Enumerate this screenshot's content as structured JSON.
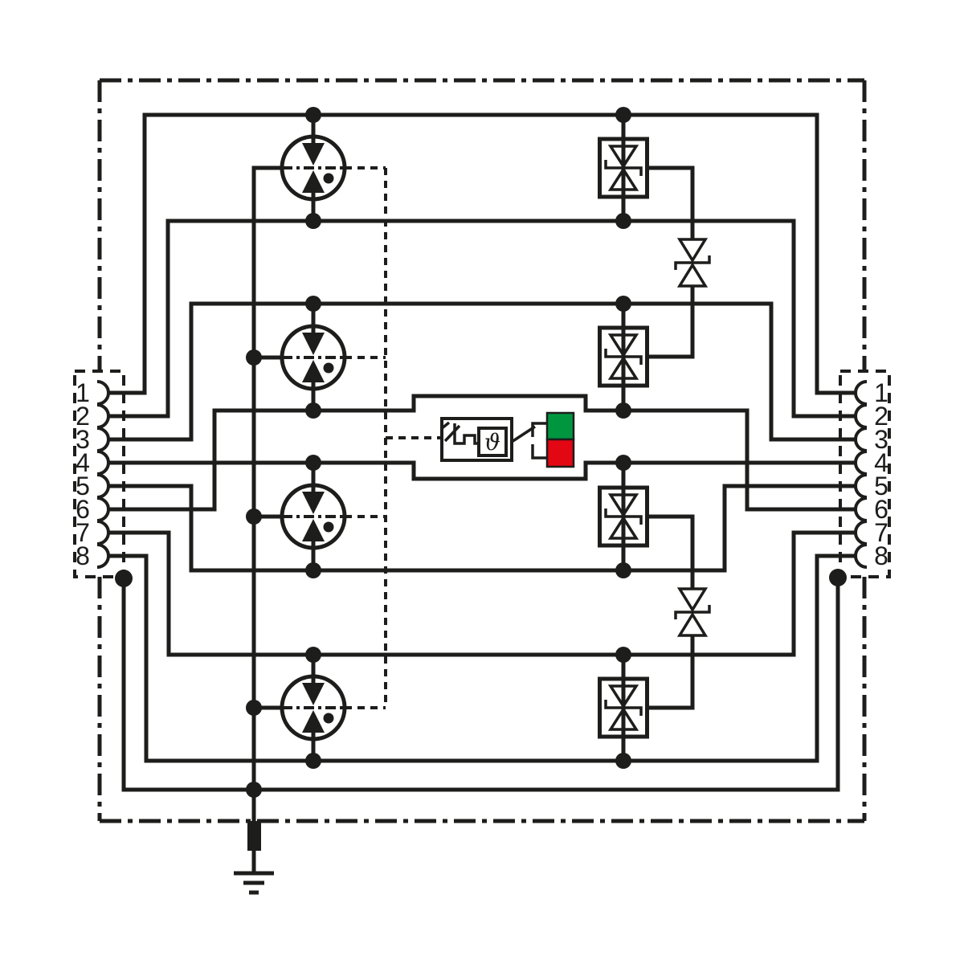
{
  "palette": {
    "ink": "#1d1d1b",
    "background": "#ffffff"
  },
  "terminal_block_left": {
    "labels": [
      "1",
      "2",
      "3",
      "4",
      "5",
      "6",
      "7",
      "8"
    ]
  },
  "terminal_block_right": {
    "labels": [
      "1",
      "2",
      "3",
      "4",
      "5",
      "6",
      "7",
      "8"
    ]
  },
  "thermal_monitor": {
    "symbol": "ϑ"
  },
  "status_indicator": {
    "ok_color": "#009640",
    "fault_color": "#e30613"
  }
}
